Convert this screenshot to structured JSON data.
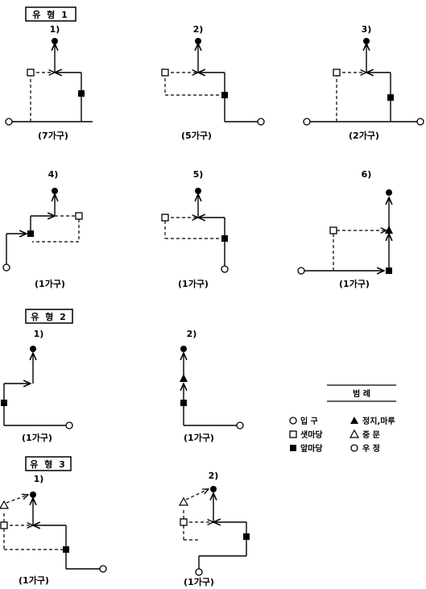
{
  "headers": {
    "type1": "유 형 1",
    "type2": "유 형 2",
    "type3": "유 형 3"
  },
  "diagrams": [
    {
      "id": "t1-1",
      "label": "1)",
      "caption": "(7가구)"
    },
    {
      "id": "t1-2",
      "label": "2)",
      "caption": "(5가구)"
    },
    {
      "id": "t1-3",
      "label": "3)",
      "caption": "(2가구)"
    },
    {
      "id": "t1-4",
      "label": "4)",
      "caption": "(1가구)"
    },
    {
      "id": "t1-5",
      "label": "5)",
      "caption": "(1가구)"
    },
    {
      "id": "t1-6",
      "label": "6)",
      "caption": "(1가구)"
    },
    {
      "id": "t2-1",
      "label": "1)",
      "caption": "(1가구)"
    },
    {
      "id": "t2-2",
      "label": "2)",
      "caption": "(1가구)"
    },
    {
      "id": "t3-1",
      "label": "1)",
      "caption": "(1가구)"
    },
    {
      "id": "t3-2",
      "label": "2)",
      "caption": "(1가구)"
    }
  ],
  "legend": {
    "title": "범 례",
    "items": [
      {
        "symbol": "open-circle",
        "label": "입 구"
      },
      {
        "symbol": "filled-triangle",
        "label": "정지,마루"
      },
      {
        "symbol": "open-square",
        "label": "샛마당"
      },
      {
        "symbol": "open-triangle",
        "label": "중 문"
      },
      {
        "symbol": "filled-square",
        "label": "앞마당"
      },
      {
        "symbol": "circle",
        "label": "우 정"
      }
    ]
  }
}
